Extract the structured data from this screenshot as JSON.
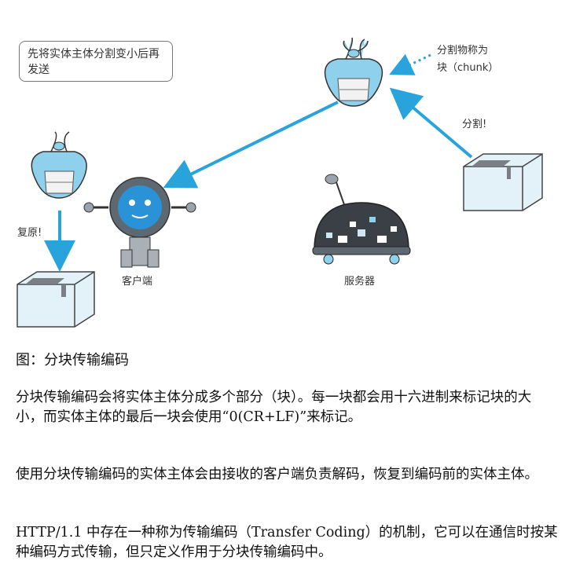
{
  "figure": {
    "note": "先将实体主体分割变小后再发送",
    "chunk_label_line1": "分割物称为",
    "chunk_label_line2": "块（chunk）",
    "split_label": "分割!",
    "restore_label": "复原!",
    "client_label": "客户端",
    "server_label": "服务器",
    "colors": {
      "arrow": "#29a3db",
      "bundle": "#8fd0ec",
      "box": "#e3f1f8",
      "tape": "#7a7f86"
    }
  },
  "caption": "图：分块传输编码",
  "paragraphs": [
    "分块传输编码会将实体主体分成多个部分（块）。每一块都会用十六进制来标记块的大小，而实体主体的最后一块会使用“0(CR+LF)”来标记。",
    "使用分块传输编码的实体主体会由接收的客户端负责解码，恢复到编码前的实体主体。",
    "HTTP/1.1 中存在一种称为传输编码（Transfer Coding）的机制，它可以在通信时按某种编码方式传输，但只定义作用于分块传输编码中。"
  ]
}
